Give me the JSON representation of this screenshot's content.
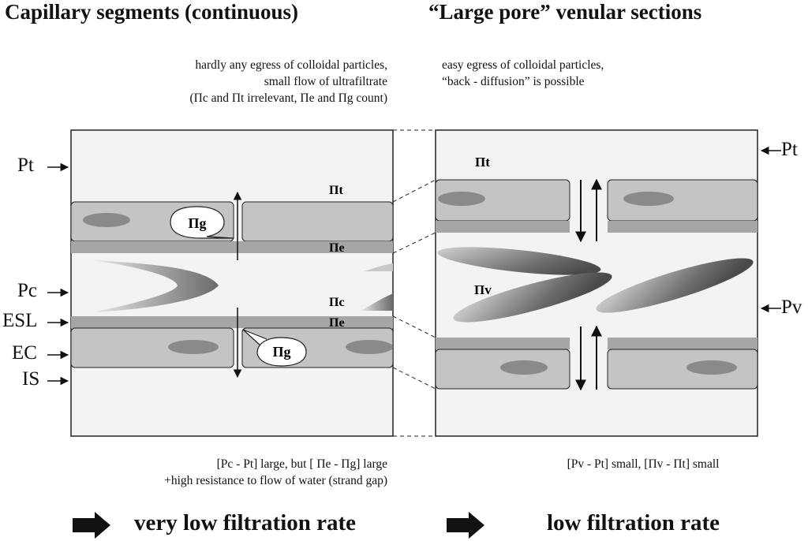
{
  "left": {
    "title": "Capillary segments (continuous)",
    "notes": [
      "hardly any egress of colloidal particles,",
      "small flow of ultrafiltrate",
      "(Πc and Πt irrelevant, Πe and Πg count)"
    ],
    "bottom_notes": [
      "[Pc - Pt] large, but [ Πe - Πg] large",
      "+high resistance to flow of water (strand gap)"
    ],
    "result": "very low filtration rate",
    "side_labels": {
      "pt": "Pt",
      "pc": "Pc",
      "esl": "ESL",
      "ec": "EC",
      "is": "IS"
    },
    "inner_labels": {
      "pi_t": "Πt",
      "pi_e_top": "Πe",
      "pi_c": "Πc",
      "pi_e_bottom": "Πe",
      "pi_g_top": "Πg",
      "pi_g_bottom": "Πg"
    }
  },
  "right": {
    "title": "“Large pore” venular sections",
    "notes": [
      "easy egress of colloidal particles,",
      "“back - diffusion” is possible"
    ],
    "bottom_notes": [
      "[Pv - Pt] small, [Πv - Πt] small"
    ],
    "result": "low filtration rate",
    "side_labels": {
      "pt": "Pt",
      "pv": "Pv"
    },
    "inner_labels": {
      "pi_t": "Πt",
      "pi_v": "Πv"
    }
  },
  "colors": {
    "background": "#ffffff",
    "panel": "#f3f3f3",
    "cell": "#c4c4c4",
    "glycocalyx": "#a6a6a6",
    "nucleus": "#8a8a8a",
    "outline": "#222222"
  },
  "icons": [
    "right-arrow-icon",
    "up-down-arrow-icon",
    "speech-bubble"
  ]
}
